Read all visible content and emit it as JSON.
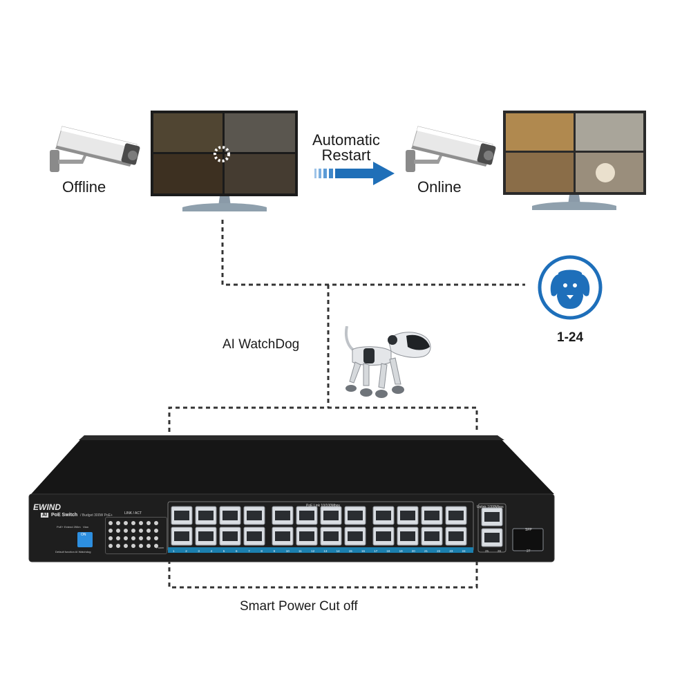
{
  "top": {
    "left_camera_label": "Offline",
    "right_camera_label": "Online",
    "arrow_label_line1": "Automatic",
    "arrow_label_line2": "Restart"
  },
  "middle": {
    "watchdog_label": "AI WatchDog",
    "port_range_label": "1-24"
  },
  "bottom": {
    "power_cut_label": "Smart Power Cut off"
  },
  "switch": {
    "brand": "EWIND",
    "ai_badge": "AI",
    "model": "PoE Switch",
    "model_sub": "/ Budget 300W PoE+",
    "led_header": "LINK / ACT",
    "poe_header": "PoE Link 10/100Mbps",
    "uplink_header": "Uplink 1000Mbps",
    "sfp_label": "SFP",
    "dip_top": "PoE+ Extend 250m",
    "dip_vlan": "Vlan",
    "dip_bottom": "Default function  AI Watchdog",
    "dip_on": "ON",
    "port_numbers": [
      "1",
      "2",
      "3",
      "4",
      "5",
      "6",
      "7",
      "8",
      "9",
      "10",
      "11",
      "12",
      "13",
      "14",
      "15",
      "16",
      "17",
      "18",
      "19",
      "20",
      "21",
      "22",
      "23",
      "24"
    ],
    "uplink_numbers": [
      "25",
      "26"
    ],
    "sfp_number": "27",
    "power_label": "Power"
  },
  "colors": {
    "arrow_blue": "#1f6fb8",
    "dog_icon_blue": "#1e6fba",
    "switch_body": "#1b1b1b",
    "port_strip": "#1b7fae"
  }
}
